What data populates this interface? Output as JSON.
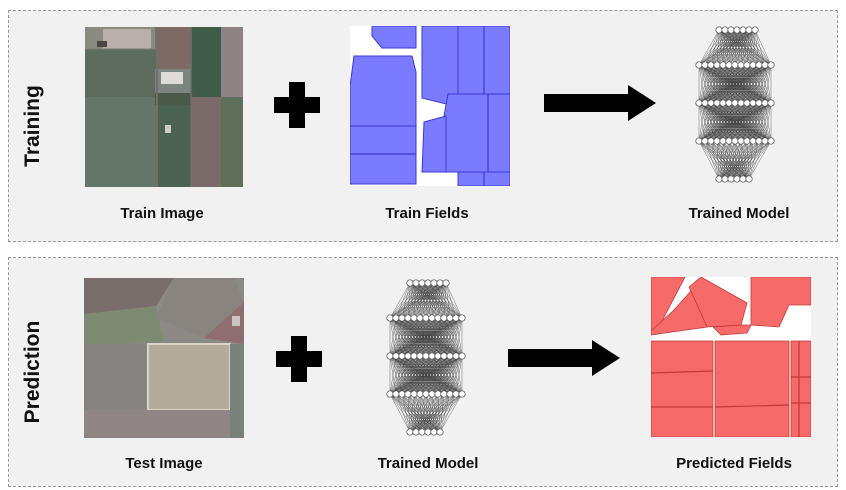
{
  "training": {
    "label": "Training",
    "captions": {
      "input": "Train Image",
      "fields": "Train Fields",
      "model": "Trained Model"
    }
  },
  "prediction": {
    "label": "Prediction",
    "captions": {
      "input": "Test Image",
      "model": "Trained Model",
      "fields": "Predicted Fields"
    }
  },
  "colors": {
    "panel_bg": "#f1f1f1",
    "panel_border": "#9a9a9a",
    "train_fields": "#7b7bff",
    "predicted_fields": "#f66a6a",
    "arrow": "#000000"
  },
  "icons": [
    "plus-icon",
    "right-arrow-icon",
    "neural-network-icon"
  ]
}
